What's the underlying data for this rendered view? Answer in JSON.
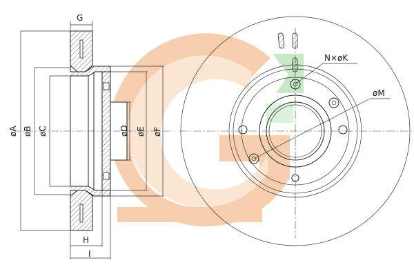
{
  "labels": {
    "G": "G",
    "A": "øA",
    "B": "øB",
    "C": "øC",
    "D": "øD",
    "E": "øE",
    "F": "øF",
    "H": "H",
    "I": "I",
    "NK": "N×øK",
    "M": "øM"
  },
  "colors": {
    "logo_orange": "#f6c7a0",
    "logo_green": "#bfe6bf",
    "line": "#222222"
  }
}
